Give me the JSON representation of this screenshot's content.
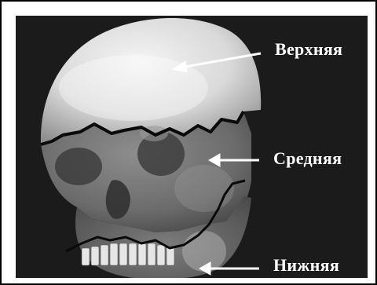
{
  "labels": {
    "top": "Верхняя",
    "middle": "Средняя",
    "bottom": "Нижняя"
  },
  "colors": {
    "background": "#1b1b1b",
    "frame": "#000000",
    "arrow": "#ffffff",
    "fracture_line": "#0a0a0a"
  },
  "icons": {
    "arrow": "arrow-left-icon"
  }
}
